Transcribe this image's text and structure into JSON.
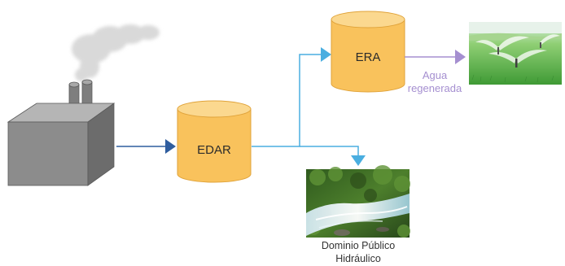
{
  "nodes": {
    "edar": {
      "label": "EDAR"
    },
    "era": {
      "label": "ERA"
    }
  },
  "flows": {
    "reclaimed_label_line1": "Agua",
    "reclaimed_label_line2": "regenerada"
  },
  "destinations": {
    "river_caption_line1": "Dominio Público",
    "river_caption_line2": "Hidráulico"
  },
  "colors": {
    "cylinder_body": "#f9c25c",
    "cylinder_top": "#fbd88f",
    "cylinder_outline": "#e0a33a",
    "arrow_dark_blue": "#2f5d9e",
    "arrow_light_blue": "#4aaee0",
    "arrow_purple": "#a58fd0",
    "factory_gray": "#8a8a8a"
  },
  "icons": {
    "factory": "factory-icon",
    "smoke": "smoke-icon",
    "sprinkler_photo": "irrigation-sprinkler-photo",
    "river_photo": "river-photo"
  }
}
